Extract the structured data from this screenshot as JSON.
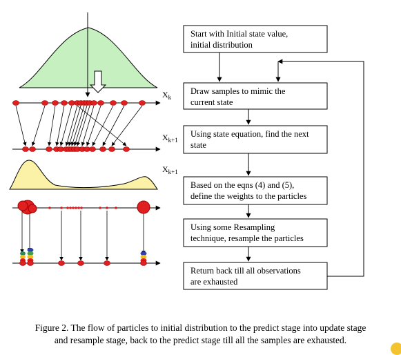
{
  "flowchart": {
    "boxes": [
      {
        "line1": "Start with Initial state value,",
        "line2": "initial distribution"
      },
      {
        "line1": "Draw samples to mimic the",
        "line2": "current state"
      },
      {
        "line1": "Using state equation, find the next",
        "line2": "state"
      },
      {
        "line1": "Based on the eqns (4) and (5),",
        "line2": "define the weights to the particles"
      },
      {
        "line1": "Using some Resampling",
        "line2": "technique, resample the particles"
      },
      {
        "line1": "Return back till all observations",
        "line2": "are exhausted"
      }
    ]
  },
  "axis_labels": {
    "xk": "X",
    "xk_sub": "k",
    "xk1": "X",
    "xk1_sub": "k+1",
    "xk1b": "X",
    "xk1b_sub": "k+1"
  },
  "caption": {
    "line1": "Figure 2. The flow of particles to initial distribution to the predict stage into update stage",
    "line2": "and resample stage, back to the predict stage till all the samples are exhausted."
  },
  "colors": {
    "prior_fill": "#c6f0c0",
    "likelihood_fill": "#fbf2a8",
    "particle": "#e02020",
    "particle_stroke": "#a00000"
  }
}
